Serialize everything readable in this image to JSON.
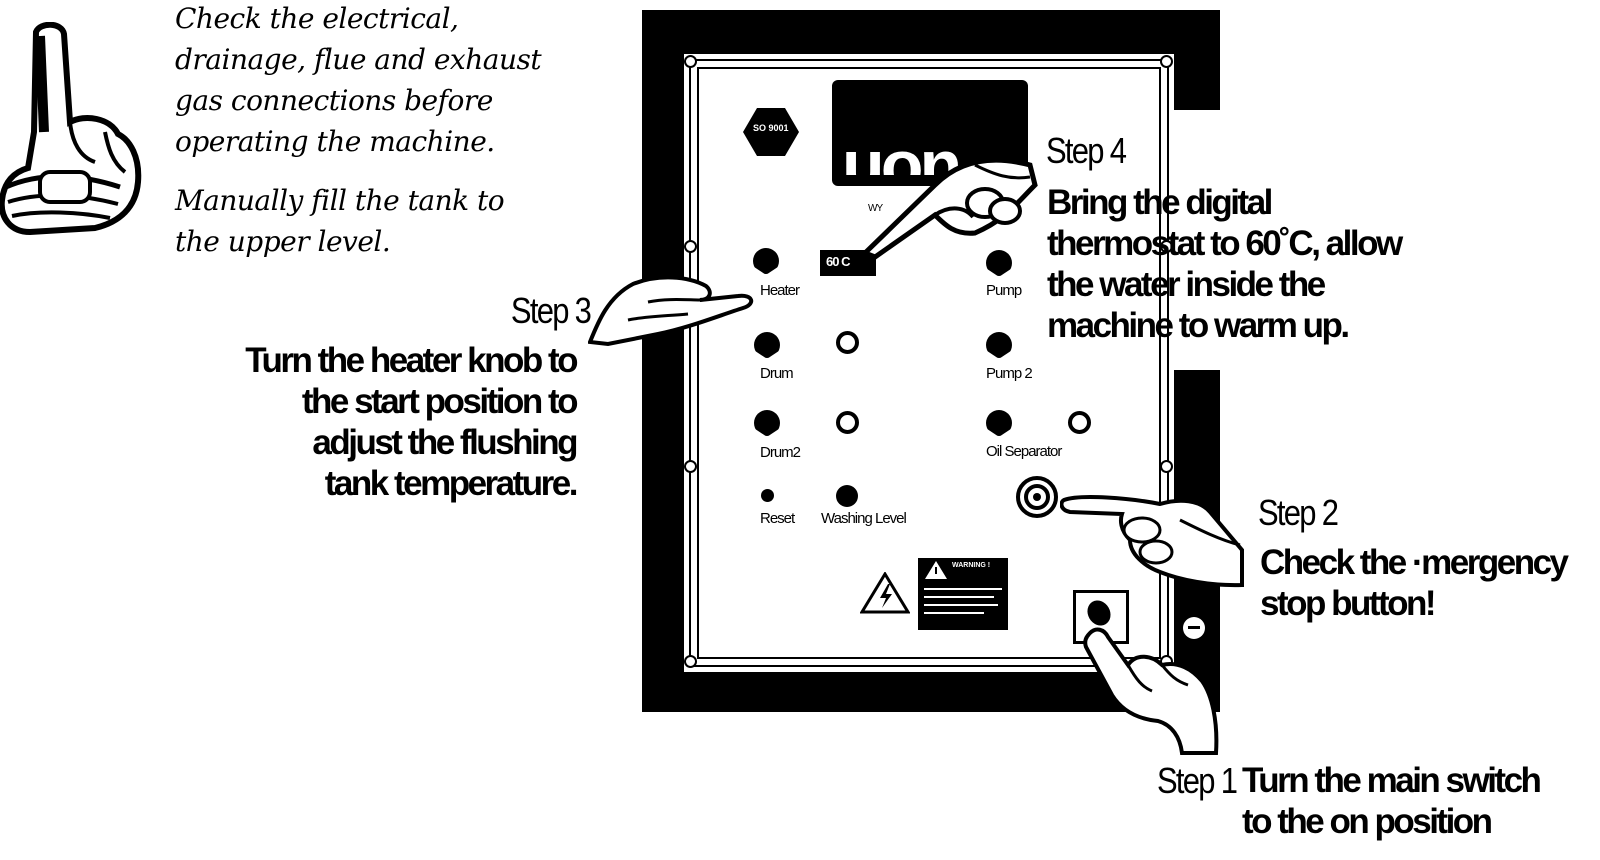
{
  "note": {
    "intro_lines": [
      "Check the electrical,",
      "drainage, flue and exhaust",
      "gas connections before",
      "operating the machine."
    ],
    "fill_lines": [
      "Manually fill the tank to",
      "the upper level."
    ]
  },
  "panel": {
    "hex_label": "SO 9001",
    "display_text": "WY",
    "thermostat_readout": "60 C",
    "labels": {
      "heater": "Heater",
      "pump": "Pump",
      "drum": "Drum",
      "pump2": "Pump 2",
      "drum2": "Drum2",
      "oil_separator": "Oil Separator",
      "reset": "Reset",
      "washing_level": "Washing Level"
    },
    "warning_title": "WARNING !"
  },
  "steps": {
    "step1": {
      "heading": "Step 1",
      "lines": [
        "Turn the main switch",
        "to the on position"
      ]
    },
    "step2": {
      "heading": "Step 2",
      "lines": [
        "Check the ·mergency",
        "stop button!"
      ]
    },
    "step3": {
      "heading": "Step 3",
      "lines": [
        "Turn the heater knob to",
        "the start position to",
        "adjust the flushing",
        "tank temperature."
      ]
    },
    "step4": {
      "heading": "Step 4",
      "lines": [
        "Bring the digital",
        "thermostat to 60˚C, allow",
        "the water inside the",
        "machine to warm up."
      ]
    }
  },
  "icons": [
    "pointing-finger-icon",
    "hand-pointing-thermostat-icon",
    "hand-turning-heater-icon",
    "hand-pressing-emergency-icon",
    "hand-turning-main-switch-icon",
    "high-voltage-warning-icon"
  ]
}
